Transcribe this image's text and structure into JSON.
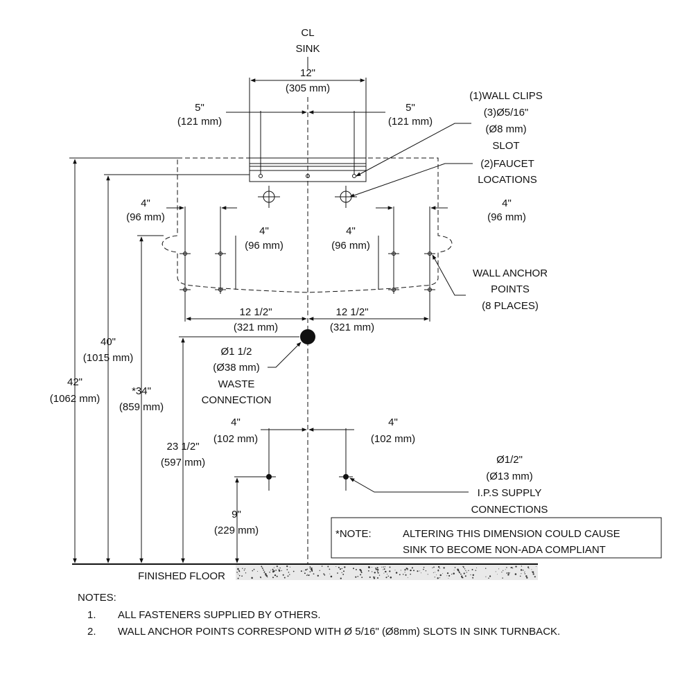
{
  "centerline": {
    "symbol": "CL",
    "label": "SINK"
  },
  "dims": {
    "clip_span_in": "12\"",
    "clip_span_mm": "(305 mm)",
    "clip_left_in": "5\"",
    "clip_left_mm": "(121 mm)",
    "clip_right_in": "5\"",
    "clip_right_mm": "(121 mm)",
    "outer_left_in": "4\"",
    "outer_left_mm": "(96 mm)",
    "outer_right_in": "4\"",
    "outer_right_mm": "(96 mm)",
    "inner_left_in": "4\"",
    "inner_left_mm": "(96 mm)",
    "inner_right_in": "4\"",
    "inner_right_mm": "(96 mm)",
    "anchor_left_in": "12 1/2\"",
    "anchor_left_mm": "(321 mm)",
    "anchor_right_in": "12 1/2\"",
    "anchor_right_mm": "(321 mm)",
    "h42_in": "42\"",
    "h42_mm": "(1062 mm)",
    "h40_in": "40\"",
    "h40_mm": "(1015 mm)",
    "h34_in": "*34\"",
    "h34_mm": "(859 mm)",
    "h23_in": "23 1/2\"",
    "h23_mm": "(597 mm)",
    "supply_left_in": "4\"",
    "supply_left_mm": "(102 mm)",
    "supply_right_in": "4\"",
    "supply_right_mm": "(102 mm)",
    "h9_in": "9\"",
    "h9_mm": "(229 mm)"
  },
  "callouts": {
    "wall_clips": [
      "(1)WALL CLIPS",
      "(3)Ø5/16\"",
      "(Ø8 mm)",
      "SLOT"
    ],
    "faucet": [
      "(2)FAUCET",
      "LOCATIONS"
    ],
    "anchor": [
      "WALL ANCHOR",
      "POINTS",
      "(8 PLACES)"
    ],
    "waste": [
      "Ø1  1/2",
      "(Ø38 mm)",
      "WASTE",
      "CONNECTION"
    ],
    "supply": [
      "Ø1/2\"",
      "(Ø13 mm)",
      "I.P.S SUPPLY",
      "CONNECTIONS"
    ]
  },
  "note_box": {
    "label": "*NOTE:",
    "line1": "ALTERING THIS DIMENSION COULD CAUSE",
    "line2": "SINK TO BECOME NON-ADA COMPLIANT"
  },
  "floor_label": "FINISHED FLOOR",
  "notes": {
    "heading": "NOTES:",
    "items": [
      {
        "num": "1.",
        "text": "ALL FASTENERS SUPPLIED BY OTHERS."
      },
      {
        "num": "2.",
        "text": "WALL ANCHOR POINTS CORRESPOND WITH Ø 5/16\" (Ø8mm) SLOTS IN SINK TURNBACK."
      }
    ]
  }
}
